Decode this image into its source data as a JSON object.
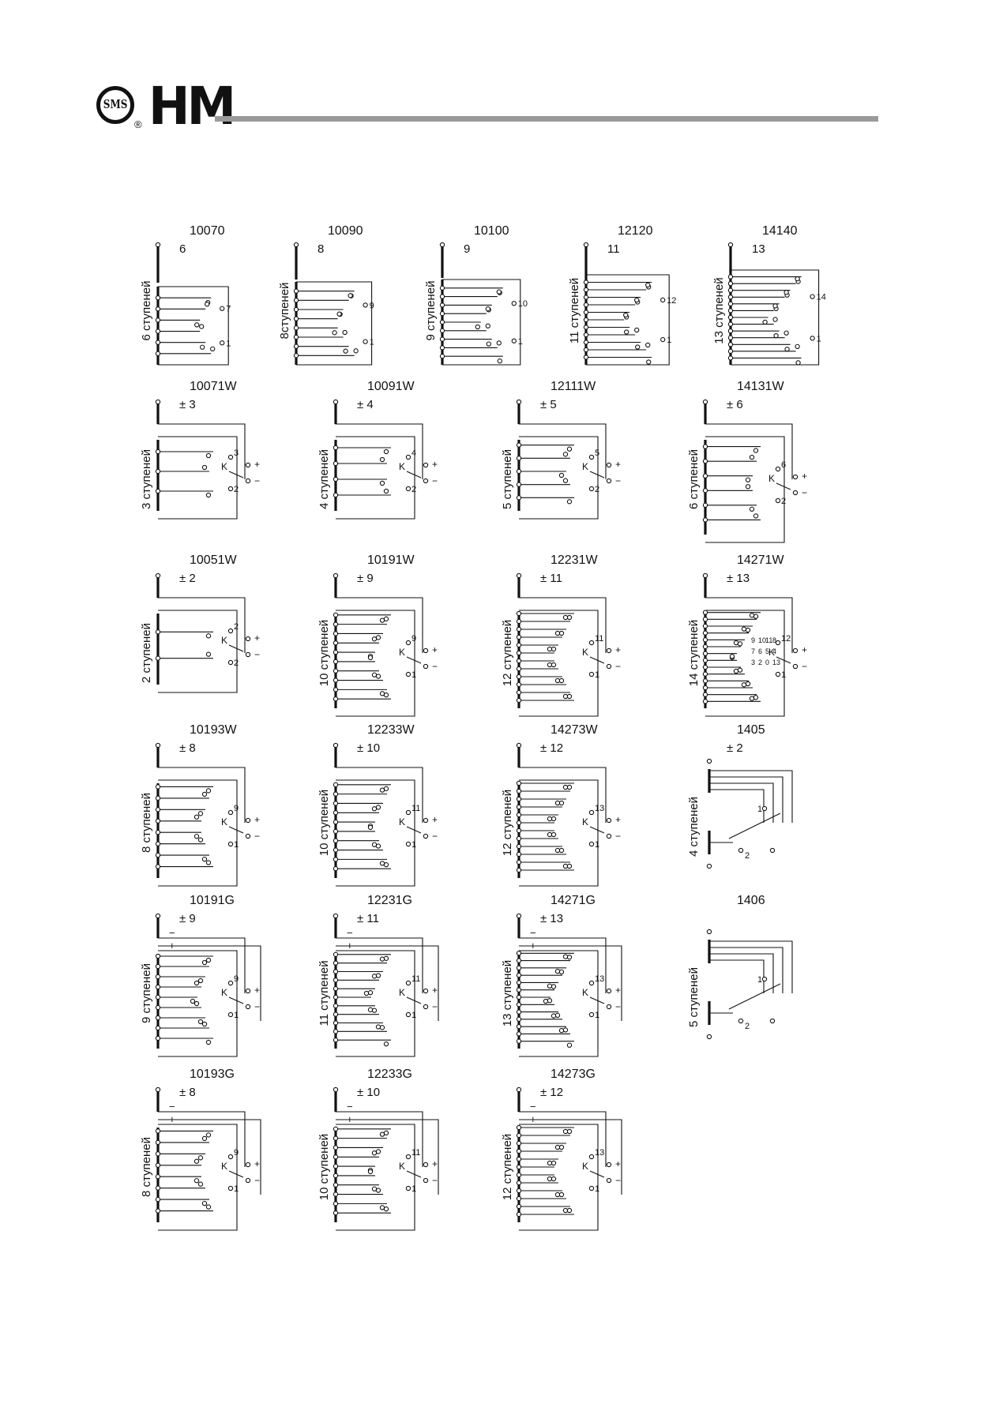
{
  "header": {
    "logo_circle_text": "SMS",
    "logo_text": "HM",
    "logo_registered": "®"
  },
  "colors": {
    "ink": "#111111",
    "rule": "#9a9a9a"
  },
  "common": {
    "k_label": "K",
    "plus": "+",
    "minus": "−"
  },
  "sections": [
    {
      "type": "plain",
      "items": [
        {
          "code": "10070",
          "value": "6",
          "steps": "6 ступеней",
          "n": 6,
          "hi": "7",
          "lo": "1"
        },
        {
          "code": "10090",
          "value": "8",
          "steps": "8ступеней",
          "n": 8,
          "hi": "9",
          "lo": "1"
        },
        {
          "code": "10100",
          "value": "9",
          "steps": "9 ступеней",
          "n": 9,
          "hi": "10",
          "lo": "1"
        },
        {
          "code": "12120",
          "value": "11",
          "steps": "11 ступеней",
          "n": 11,
          "hi": "12",
          "lo": "1"
        },
        {
          "code": "14140",
          "value": "13",
          "steps": "13 ступеней",
          "n": 13,
          "hi": "14",
          "lo": "1"
        }
      ]
    },
    {
      "type": "reversing",
      "items": [
        {
          "code": "10071W",
          "value": "± 3",
          "steps": "3 ступеней",
          "n": 3,
          "hi": "3",
          "lo": "2"
        },
        {
          "code": "10091W",
          "value": "± 4",
          "steps": "4 ступеней",
          "n": 4,
          "hi": "4",
          "lo": "2"
        },
        {
          "code": "12111W",
          "value": "± 5",
          "steps": "5 ступеней",
          "n": 5,
          "hi": "5",
          "lo": "2"
        },
        {
          "code": "14131W",
          "value": "± 6",
          "steps": "6 ступеней",
          "n": 6,
          "hi": "6",
          "lo": "2"
        }
      ]
    },
    {
      "type": "reversing",
      "items": [
        {
          "code": "10051W",
          "value": "± 2",
          "steps": "2 ступеней",
          "n": 2,
          "hi": "2",
          "lo": "2"
        },
        {
          "code": "10191W",
          "value": "± 9",
          "steps": "10 ступеней",
          "n": 10,
          "hi": "9",
          "lo": "1"
        },
        {
          "code": "12231W",
          "value": "± 11",
          "steps": "12 ступеней",
          "n": 12,
          "hi": "11",
          "lo": "1"
        },
        {
          "code": "14271W",
          "value": "± 13",
          "steps": "14 ступеней",
          "n": 14,
          "hi": "12",
          "lo": "1",
          "extra_labels": [
            "9",
            "10",
            "11",
            "8",
            "7",
            "6",
            "5",
            "4",
            "3",
            "2",
            "0",
            "13"
          ]
        }
      ]
    },
    {
      "type": "reversing",
      "items": [
        {
          "code": "10193W",
          "value": "± 8",
          "steps": "8 ступеней",
          "n": 8,
          "hi": "9",
          "lo": "1"
        },
        {
          "code": "12233W",
          "value": "± 10",
          "steps": "10 ступеней",
          "n": 10,
          "hi": "11",
          "lo": "1"
        },
        {
          "code": "14273W",
          "value": "± 12",
          "steps": "12 ступеней",
          "n": 12,
          "hi": "13",
          "lo": "1"
        },
        {
          "code": "1405",
          "value": "± 2",
          "steps": "4 ступеней",
          "n": 4,
          "hi": "1",
          "lo": "2",
          "special": true
        }
      ]
    },
    {
      "type": "coarse",
      "items": [
        {
          "code": "10191G",
          "value": "± 9",
          "steps": "9 ступеней",
          "n": 9,
          "hi": "9",
          "lo": "1"
        },
        {
          "code": "12231G",
          "value": "± 11",
          "steps": "11 ступеней",
          "n": 11,
          "hi": "11",
          "lo": "1"
        },
        {
          "code": "14271G",
          "value": "± 13",
          "steps": "13 ступеней",
          "n": 13,
          "hi": "13",
          "lo": "1"
        },
        {
          "code": "1406",
          "value": "",
          "steps": "5 ступеней",
          "n": 5,
          "hi": "1",
          "lo": "2",
          "special": true
        }
      ]
    },
    {
      "type": "coarse",
      "items": [
        {
          "code": "10193G",
          "value": "± 8",
          "steps": "8 ступеней",
          "n": 8,
          "hi": "9",
          "lo": "1"
        },
        {
          "code": "12233G",
          "value": "± 10",
          "steps": "10 ступеней",
          "n": 10,
          "hi": "11",
          "lo": "1"
        },
        {
          "code": "14273G",
          "value": "± 12",
          "steps": "12 ступеней",
          "n": 12,
          "hi": "13",
          "lo": "1"
        }
      ]
    }
  ]
}
